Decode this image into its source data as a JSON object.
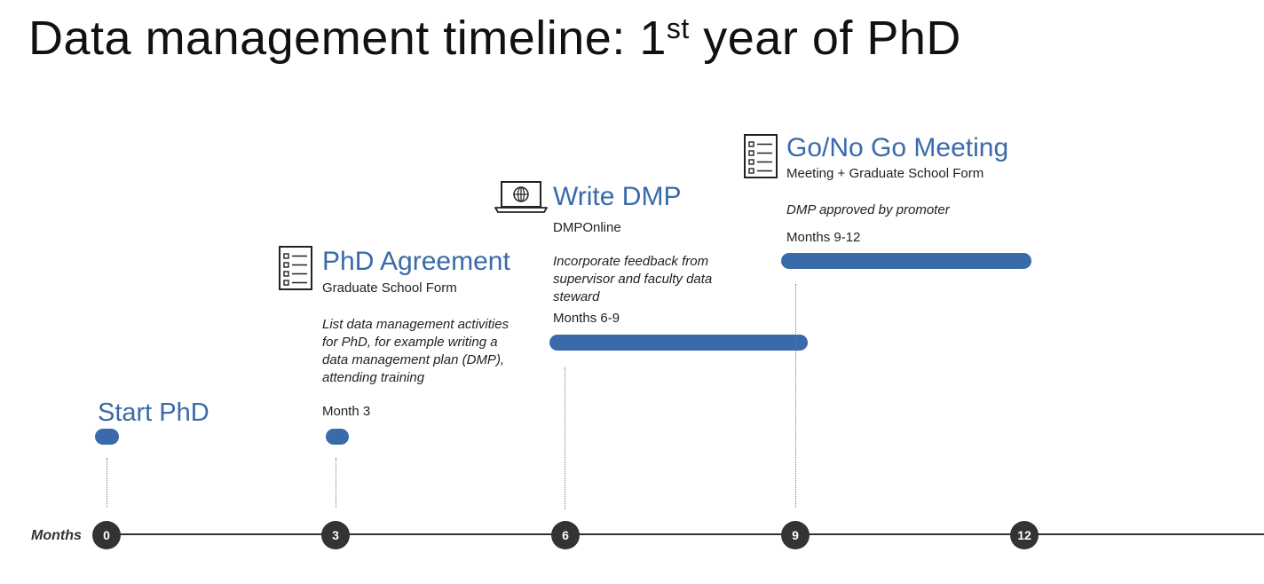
{
  "title": {
    "main": "Data management timeline: 1",
    "sup": "st",
    "tail": " year of PhD"
  },
  "axis": {
    "label": "Months",
    "ticks": [
      "0",
      "3",
      "6",
      "9",
      "12"
    ]
  },
  "milestones": [
    {
      "heading": "Start PhD"
    },
    {
      "heading": "PhD Agreement",
      "subtitle": "Graduate School Form",
      "note": "List data management activities for PhD, for example writing a data management plan (DMP), attending training",
      "period": "Month 3",
      "icon": "checklist-icon"
    },
    {
      "heading": "Write DMP",
      "subtitle": "DMPOnline",
      "note": "Incorporate feedback from supervisor and faculty data steward",
      "period": "Months 6-9",
      "icon": "laptop-globe-icon"
    },
    {
      "heading": "Go/No Go Meeting",
      "subtitle": "Meeting + Graduate School Form",
      "note": "DMP approved by promoter",
      "period": "Months 9-12",
      "icon": "checklist-icon"
    }
  ],
  "colors": {
    "accent": "#3a6aaa",
    "axis": "#333333"
  }
}
